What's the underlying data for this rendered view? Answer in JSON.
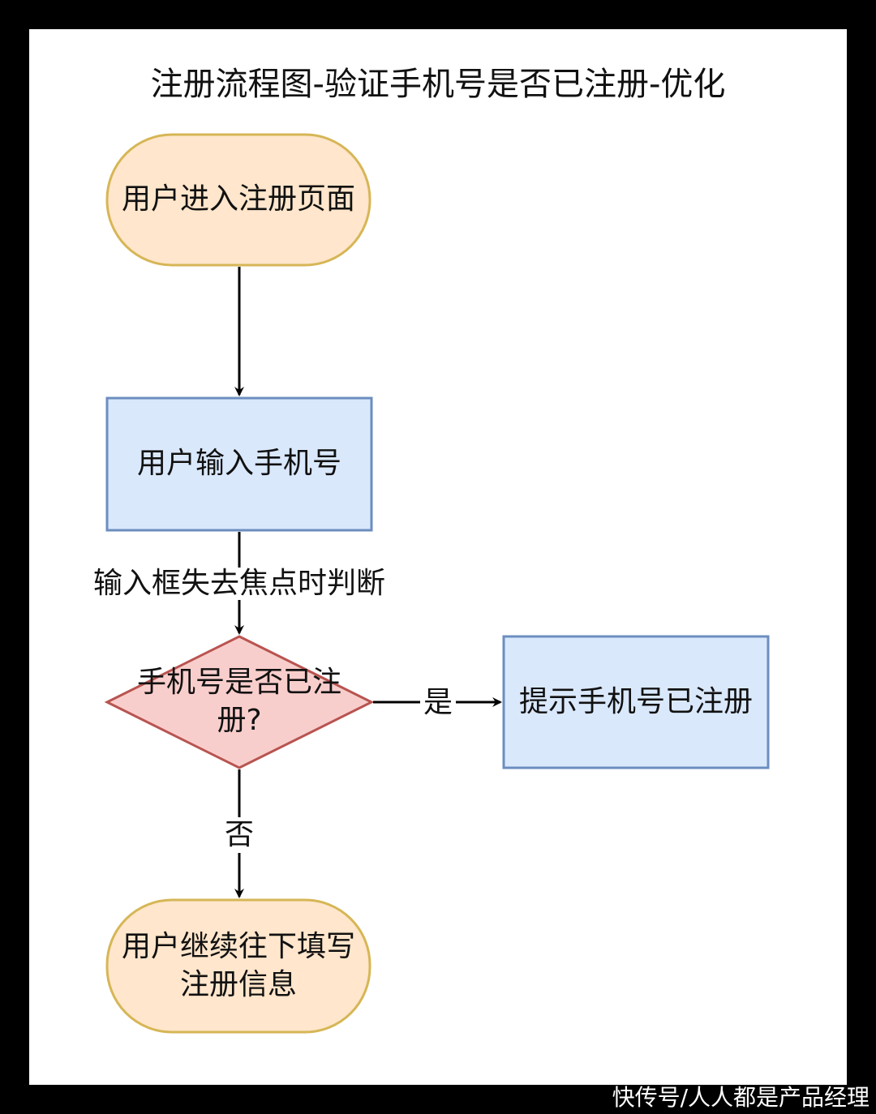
{
  "title": "注册流程图-验证手机号是否已注册-优化",
  "watermark": "快传号/人人都是产品经理",
  "nodes": {
    "start": {
      "label": "用户进入注册页面",
      "fill": "#ffe6cc",
      "stroke": "#d6b656"
    },
    "input_phone": {
      "label": "用户输入手机号",
      "fill": "#dae8fc",
      "stroke": "#6c8ebf"
    },
    "decision": {
      "label": "手机号是否已注册?",
      "fill": "#f8cecc",
      "stroke": "#b85450"
    },
    "registered_tip": {
      "label": "提示手机号已注册",
      "fill": "#dae8fc",
      "stroke": "#6c8ebf"
    },
    "continue": {
      "label": "用户继续往下填写注册信息",
      "fill": "#ffe6cc",
      "stroke": "#d6b656"
    }
  },
  "edges": {
    "blur_check": "输入框失去焦点时判断",
    "yes": "是",
    "no": "否"
  }
}
